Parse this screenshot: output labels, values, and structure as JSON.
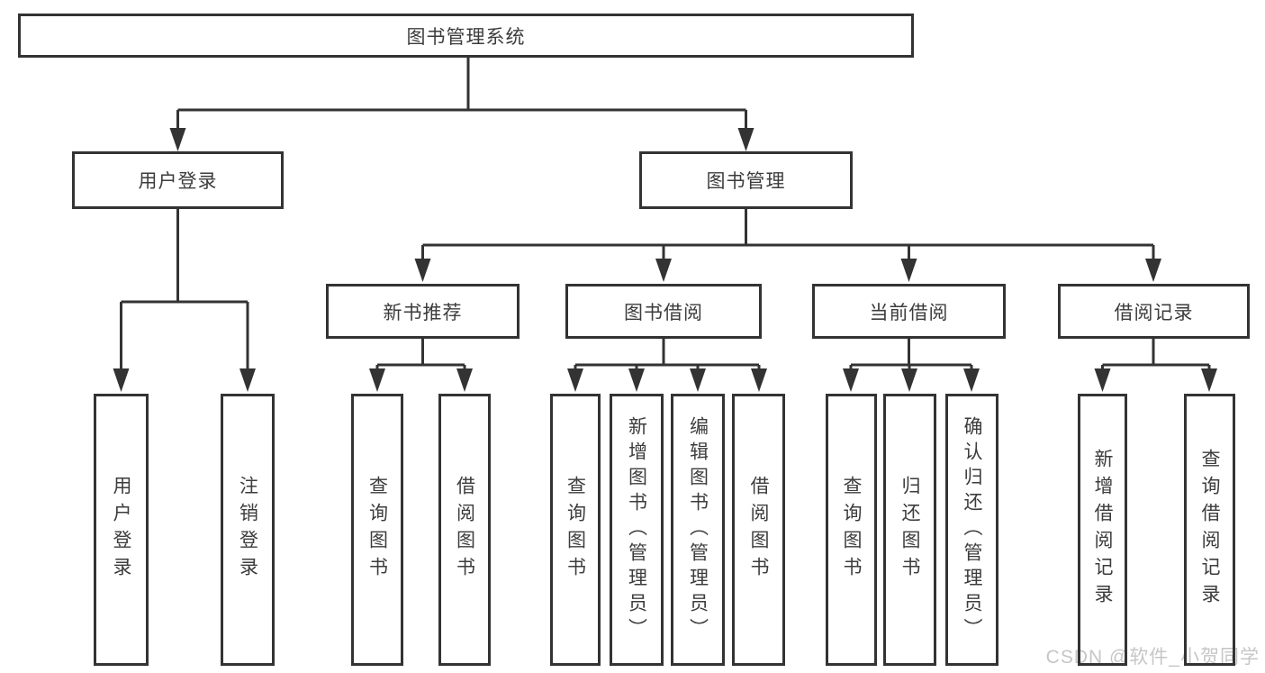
{
  "diagram": {
    "root": {
      "label": "图书管理系统"
    },
    "branches": [
      {
        "label": "用户登录",
        "children": [
          {
            "label": "用户登录"
          },
          {
            "label": "注销登录"
          }
        ]
      },
      {
        "label": "图书管理",
        "children": [
          {
            "label": "新书推荐",
            "children": [
              {
                "label": "查询图书"
              },
              {
                "label": "借阅图书"
              }
            ]
          },
          {
            "label": "图书借阅",
            "children": [
              {
                "label": "查询图书"
              },
              {
                "label": "新增图书（管理员）"
              },
              {
                "label": "编辑图书（管理员）"
              },
              {
                "label": "借阅图书"
              }
            ]
          },
          {
            "label": "当前借阅",
            "children": [
              {
                "label": "查询图书"
              },
              {
                "label": "归还图书"
              },
              {
                "label": "确认归还（管理员）"
              }
            ]
          },
          {
            "label": "借阅记录",
            "children": [
              {
                "label": "新增借阅记录"
              },
              {
                "label": "查询借阅记录"
              }
            ]
          }
        ]
      }
    ]
  },
  "watermark": "CSDN @软件_小贺同学",
  "colors": {
    "line": "#333333",
    "text": "#3c3c3c",
    "watermark": "#c6c6c6",
    "background": "#ffffff"
  }
}
